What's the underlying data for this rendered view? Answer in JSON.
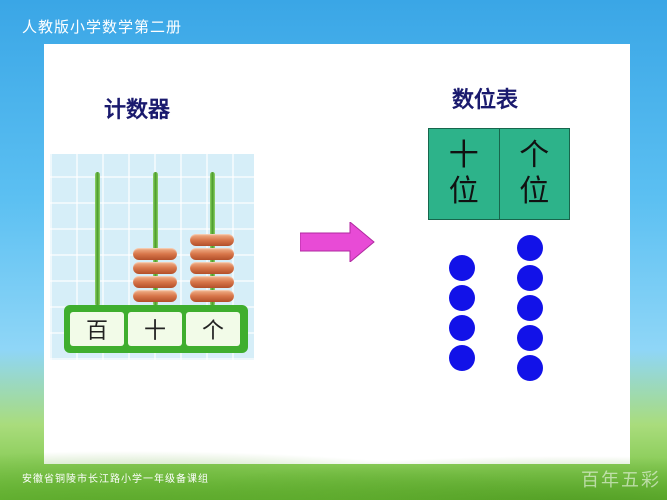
{
  "header": {
    "title": "人教版小学数学第二册"
  },
  "abacus": {
    "title": "计数器",
    "places": [
      "百",
      "十",
      "个"
    ],
    "beads": {
      "hundreds": 0,
      "tens": 4,
      "ones": 5
    }
  },
  "place_value_table": {
    "title": "数位表",
    "columns": [
      {
        "line1": "十",
        "line2": "位",
        "count": 4
      },
      {
        "line1": "个",
        "line2": "位",
        "count": 5
      }
    ]
  },
  "footer": {
    "text": "安徽省铜陵市长江路小学一年级备课组",
    "watermark": "百年五彩"
  },
  "colors": {
    "bead": "#d8764a",
    "dot": "#1212e8",
    "table": "#2db38a",
    "arrow": "#e84bd6"
  }
}
